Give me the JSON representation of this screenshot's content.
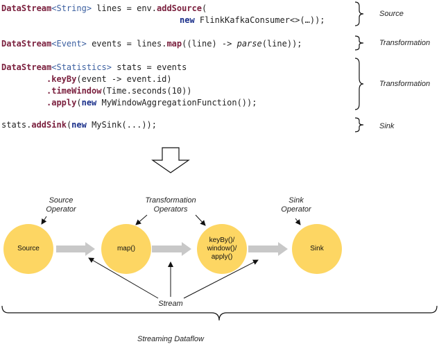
{
  "code": {
    "line1": {
      "type": "DataStream",
      "generic": "String",
      "rest": " lines = env.",
      "method": "addSource",
      "paren": "("
    },
    "line2": {
      "new_kw": "new",
      "rest": " FlinkKafkaConsumer<>(…));"
    },
    "line3": {
      "type": "DataStream",
      "generic": "Event",
      "rest": " events = lines.",
      "method": "map",
      "arg": "((line) -> ",
      "fn": "parse",
      "end": "(line));"
    },
    "line4": {
      "type": "DataStream",
      "generic": "Statistics",
      "rest": " stats = events"
    },
    "line5": {
      "method": ".keyBy",
      "rest": "(event -> event.id)"
    },
    "line6": {
      "method": ".timeWindow",
      "rest": "(Time.seconds(10))"
    },
    "line7": {
      "method": ".apply",
      "paren": "(",
      "new_kw": "new",
      "rest": " MyWindowAggregationFunction());"
    },
    "line8": {
      "prefix": "stats.",
      "method": "addSink",
      "paren": "(",
      "new_kw": "new",
      "rest": " MySink(...));"
    }
  },
  "brace_labels": {
    "source": "Source",
    "transformation1": "Transformation",
    "transformation2": "Transformation",
    "sink": "Sink"
  },
  "captions": {
    "source_operator": "Source\nOperator",
    "transformation_operators": "Transformation\nOperators",
    "sink_operator": "Sink\nOperator",
    "stream": "Stream",
    "streaming_dataflow": "Streaming Dataflow"
  },
  "nodes": {
    "source": "Source",
    "map": "map()",
    "keyby": "keyBy()/\nwindow()/\napply()",
    "sink": "Sink"
  },
  "colors": {
    "node_fill": "#fdd663",
    "flow_arrow": "#c8c8c8",
    "keyword": "#7a1f3d",
    "type_param": "#3b5fa0"
  }
}
